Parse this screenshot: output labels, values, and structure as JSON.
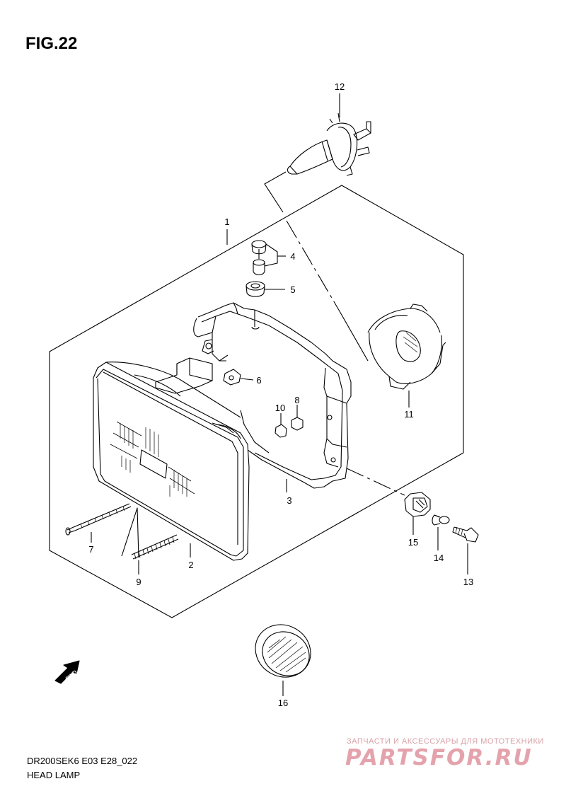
{
  "figure": {
    "label": "FIG.22"
  },
  "footer": {
    "model_code": "DR200SEK6 E03 E28_022",
    "section": "HEAD LAMP"
  },
  "watermark": {
    "subtitle": "ЗАПЧАСТИ И АКСЕССУАРЫ ДЛЯ МОТОТЕХНИКИ",
    "brand": "PARTSFOR.RU",
    "color": "#e4a3ac"
  },
  "fwd_arrow": {
    "label": "FWD"
  },
  "callouts": [
    "1",
    "2",
    "3",
    "4",
    "5",
    "6",
    "7",
    "8",
    "9",
    "10",
    "11",
    "12",
    "13",
    "14",
    "15",
    "16"
  ]
}
